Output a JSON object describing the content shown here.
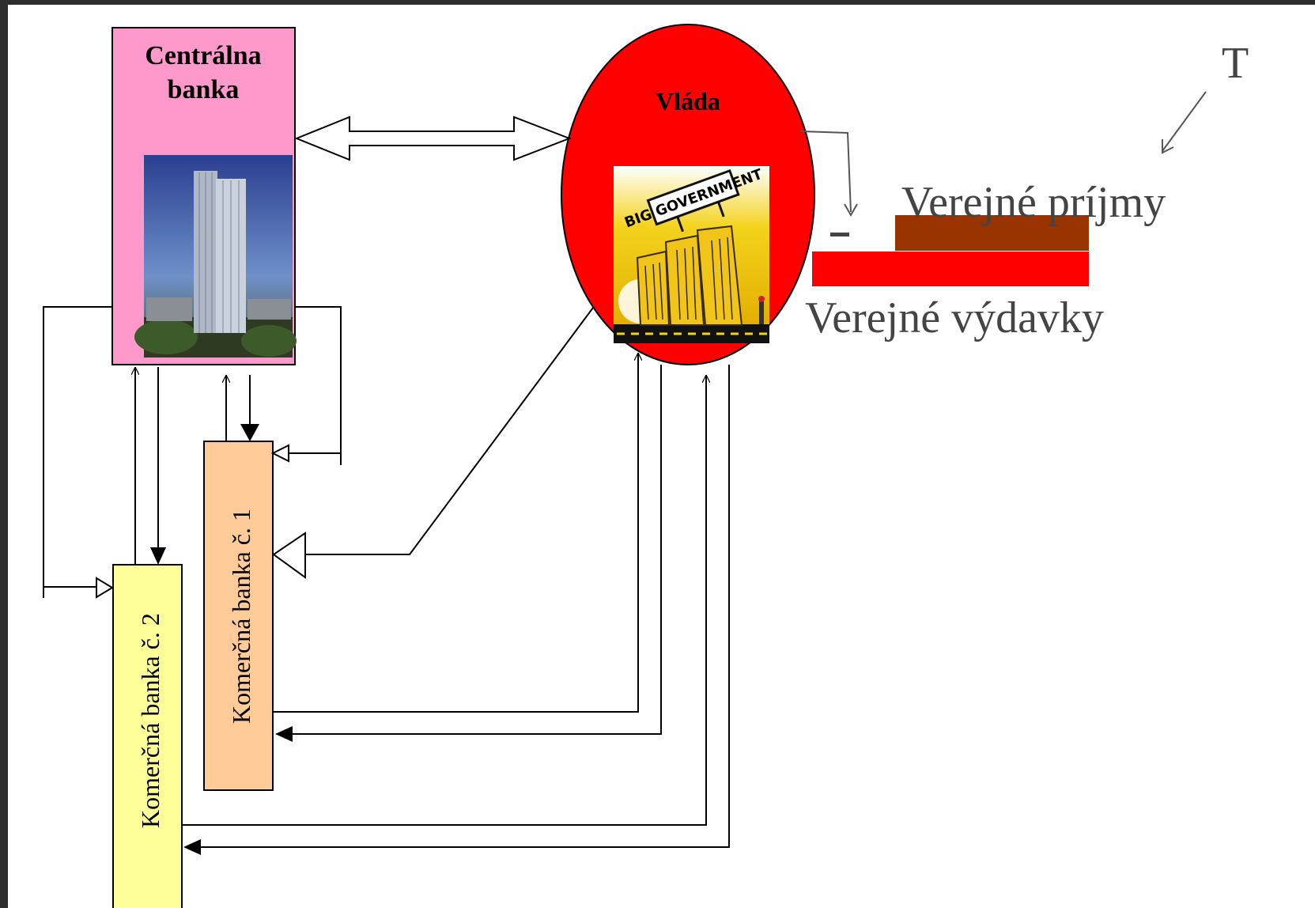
{
  "central_bank": {
    "line1": "Centrálna",
    "line2": "banka"
  },
  "government": {
    "label": "Vláda",
    "sign_text": "BIG GOVERNMENT"
  },
  "bank1": {
    "label": "Komerčná banka č. 1"
  },
  "bank2": {
    "label": "Komerčná banka č. 2"
  },
  "revenue_label": "Verejné príjmy",
  "expenditure_label": "Verejné výdavky",
  "corner_letter": "T",
  "minus_sign": "–",
  "colors": {
    "central_bank": "#ff99cc",
    "government": "#ff0000",
    "bank1": "#ffcc99",
    "bank2": "#ffff99",
    "revenue_bar": "#993300",
    "expenditure_bar": "#ff0000"
  }
}
